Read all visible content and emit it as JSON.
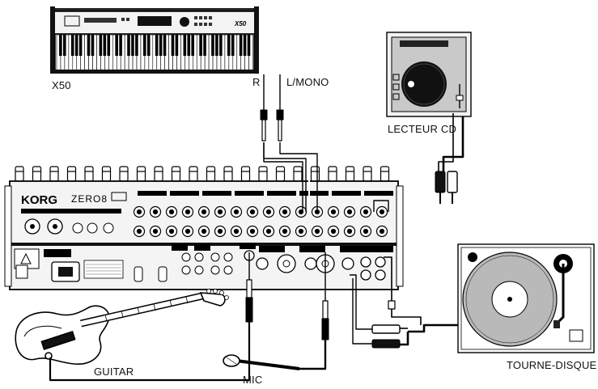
{
  "labels": {
    "keyboard": "X50",
    "r_jack": "R",
    "l_mono_jack": "L/MONO",
    "cd_player": "LECTEUR CD",
    "turntable": "TOURNE-DISQUE",
    "guitar": "GUITAR",
    "mic": "MIC"
  },
  "devices": {
    "mixer_brand": "KORG",
    "mixer_model": "ZERO8",
    "keyboard_badge": "X50"
  },
  "colors": {
    "line": "#000000",
    "panel": "#f2f2f2",
    "cd_face": "#cccccc",
    "platter": "#b5b5b5"
  }
}
